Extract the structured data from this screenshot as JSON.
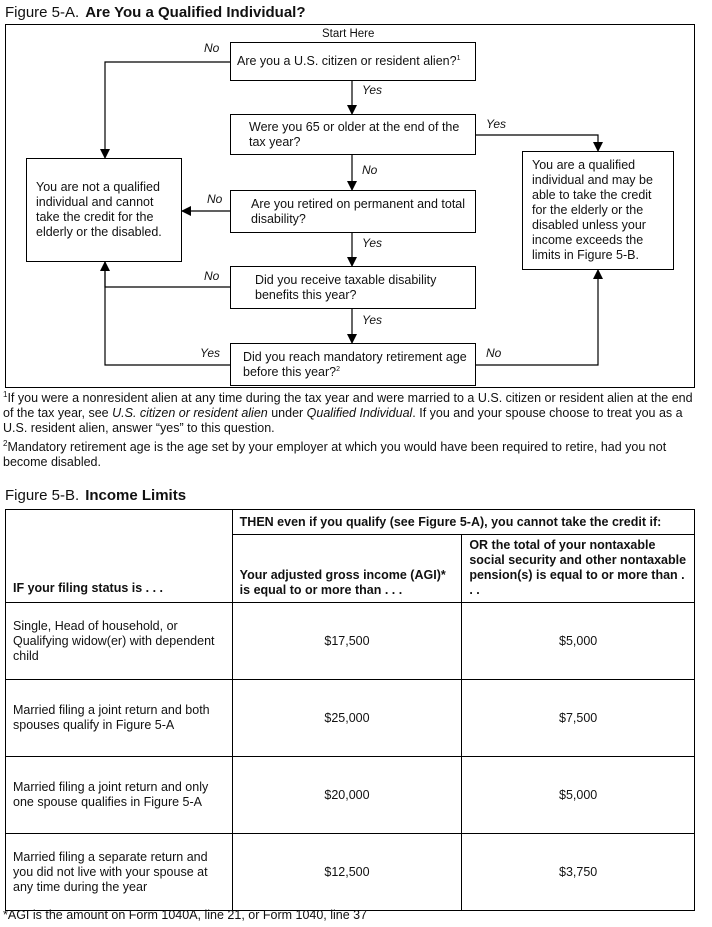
{
  "figure_a": {
    "number": "Figure 5-A.",
    "title": "Are You a Qualified Individual?",
    "start_label": "Start Here",
    "q1": "Are you a U.S. citizen or resident alien?",
    "q1_note": "1",
    "q2": "Were you 65 or older at the end of the tax year?",
    "q3": "Are you retired on permanent and total disability?",
    "q4": "Did you receive taxable disability benefits this year?",
    "q5": "Did you reach mandatory retirement age before this year?",
    "q5_note": "2",
    "not_qualified": "You are not a qualified individual and cannot take the credit for the elderly or the disabled.",
    "qualified": "You are a qualified individual and may be able to take the credit for the elderly or the disabled unless your income exceeds the limits in Figure 5-B.",
    "yes": "Yes",
    "no": "No"
  },
  "footnotes": {
    "fn1_mark": "1",
    "fn1_part1": "If you were a nonresident alien at any time during the tax year and were married to a U.S. citizen or resident alien at the end of the tax year, see ",
    "fn1_italic1": "U.S. citizen or resident alien",
    "fn1_part2": " under ",
    "fn1_italic2": "Qualified Individual",
    "fn1_part3": ". If you and your spouse choose to treat you as a U.S. resident alien, answer “yes” to this question.",
    "fn2_mark": "2",
    "fn2_text": "Mandatory retirement age is the age set by your employer at which you would have been required to retire, had you not become disabled."
  },
  "figure_b": {
    "number": "Figure 5-B.",
    "title": "Income Limits",
    "then_header": "THEN even if you qualify (see Figure 5-A), you cannot take the credit if:",
    "col1_header": "IF your filing status is . . .",
    "col2_header": "Your adjusted gross income (AGI)* is equal to or more than . . .",
    "col3_header": "OR the total of your nontaxable social security and other nontaxable pension(s) is equal to or more than . . .",
    "rows": [
      {
        "status": "Single, Head of household, or Qualifying widow(er) with dependent child",
        "agi": "$17,500",
        "pension": "$5,000"
      },
      {
        "status": "Married filing a joint return and both spouses qualify in Figure 5-A",
        "agi": "$25,000",
        "pension": "$7,500"
      },
      {
        "status": "Married filing a joint return and only one spouse qualifies in Figure 5-A",
        "agi": "$20,000",
        "pension": "$5,000"
      },
      {
        "status": "Married filing a separate return and you did not live with your spouse at any time during the year",
        "agi": "$12,500",
        "pension": "$3,750"
      }
    ],
    "footnote": "*AGI is the amount on Form 1040A, line 21, or Form 1040, line 37"
  }
}
